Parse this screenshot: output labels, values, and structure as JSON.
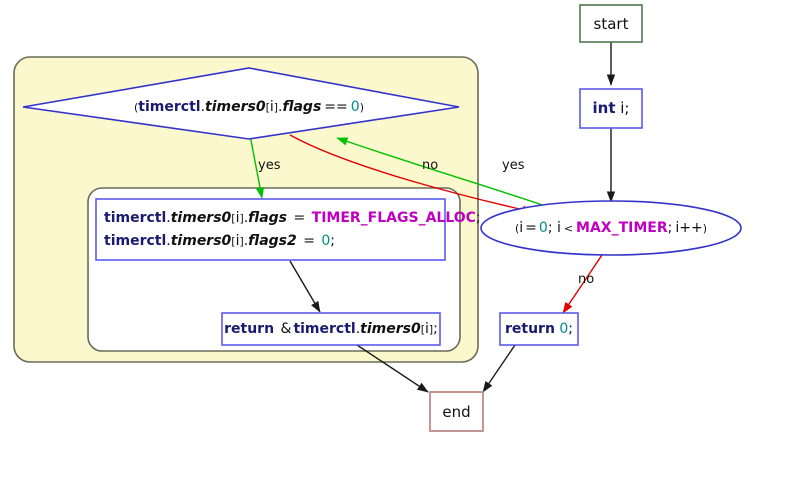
{
  "diagram": {
    "type": "flowchart",
    "title": "timer allocation flowchart",
    "colors": {
      "start_border": "#4f7a4f",
      "end_border": "#c08a8a",
      "process_border": "#5a5af0",
      "decision_border": "#3333cc",
      "loop_border": "#3333cc",
      "cluster_fill": "#fbf8cd",
      "cluster_border": "#6b6b5a",
      "inner_fill": "#ffffff",
      "inner_border": "#6b6b5a",
      "edge_yes": "#00c000",
      "edge_no": "#e00000",
      "edge_plain": "#1a1a1a",
      "identifier": "#1a1a6e",
      "constant": "#c000c0",
      "number": "#008b8b"
    }
  },
  "nodes": {
    "start": {
      "label": "start",
      "shape": "rect"
    },
    "decl": {
      "label": "int i;",
      "shape": "rect",
      "tokens": [
        {
          "text": "int",
          "style": "kw"
        },
        {
          "text": " i;",
          "style": "plain"
        }
      ]
    },
    "loop": {
      "label": "( i = 0; i < MAX_TIMER; i++ )",
      "shape": "ellipse",
      "tokens": [
        {
          "text": "(",
          "style": "sub"
        },
        {
          "text": "i",
          "style": "plain"
        },
        {
          "text": "=",
          "style": "op"
        },
        {
          "text": "0",
          "style": "num"
        },
        {
          "text": "; i",
          "style": "plain"
        },
        {
          "text": "<",
          "style": "sub"
        },
        {
          "text": "MAX_TIMER",
          "style": "const"
        },
        {
          "text": ";",
          "style": "plain"
        },
        {
          "text": "i++",
          "style": "plain"
        },
        {
          "text": ")",
          "style": "sub"
        }
      ]
    },
    "decision": {
      "label": "( timerctl.timers0[i].flags == 0 )",
      "shape": "diamond",
      "tokens": [
        {
          "text": "(",
          "style": "sub"
        },
        {
          "text": "timerctl",
          "style": "ident"
        },
        {
          "text": ".",
          "style": "plain"
        },
        {
          "text": "timers0",
          "style": "field"
        },
        {
          "text": "[",
          "style": "sub"
        },
        {
          "text": "i",
          "style": "plain"
        },
        {
          "text": "]",
          "style": "sub"
        },
        {
          "text": ".",
          "style": "plain"
        },
        {
          "text": "flags",
          "style": "field"
        },
        {
          "text": "==",
          "style": "op"
        },
        {
          "text": "0",
          "style": "num"
        },
        {
          "text": ")",
          "style": "sub"
        }
      ]
    },
    "assign": {
      "shape": "rect",
      "line1": "timerctl.timers0[i].flags = TIMER_FLAGS_ALLOC;",
      "line2": "timerctl.timers0[i].flags2 = 0;"
    },
    "return_timer": {
      "label": "return &timerctl.timers0[i];",
      "shape": "rect"
    },
    "return_zero": {
      "label": "return 0;",
      "shape": "rect"
    },
    "end": {
      "label": "end",
      "shape": "rect"
    }
  },
  "edge_labels": {
    "decision_yes": "yes",
    "decision_no": "no",
    "loop_yes": "yes",
    "loop_no": "no"
  },
  "edges": [
    {
      "from": "start",
      "to": "decl",
      "label": "",
      "color": "plain"
    },
    {
      "from": "decl",
      "to": "loop",
      "label": "",
      "color": "plain"
    },
    {
      "from": "loop",
      "to": "decision",
      "label": "yes",
      "color": "yes"
    },
    {
      "from": "loop",
      "to": "return_zero",
      "label": "no",
      "color": "no"
    },
    {
      "from": "decision",
      "to": "assign",
      "label": "yes",
      "color": "yes"
    },
    {
      "from": "decision",
      "to": "loop",
      "label": "no",
      "color": "no"
    },
    {
      "from": "assign",
      "to": "return_timer",
      "label": "",
      "color": "plain"
    },
    {
      "from": "return_timer",
      "to": "end",
      "label": "",
      "color": "plain"
    },
    {
      "from": "return_zero",
      "to": "end",
      "label": "",
      "color": "plain"
    }
  ]
}
